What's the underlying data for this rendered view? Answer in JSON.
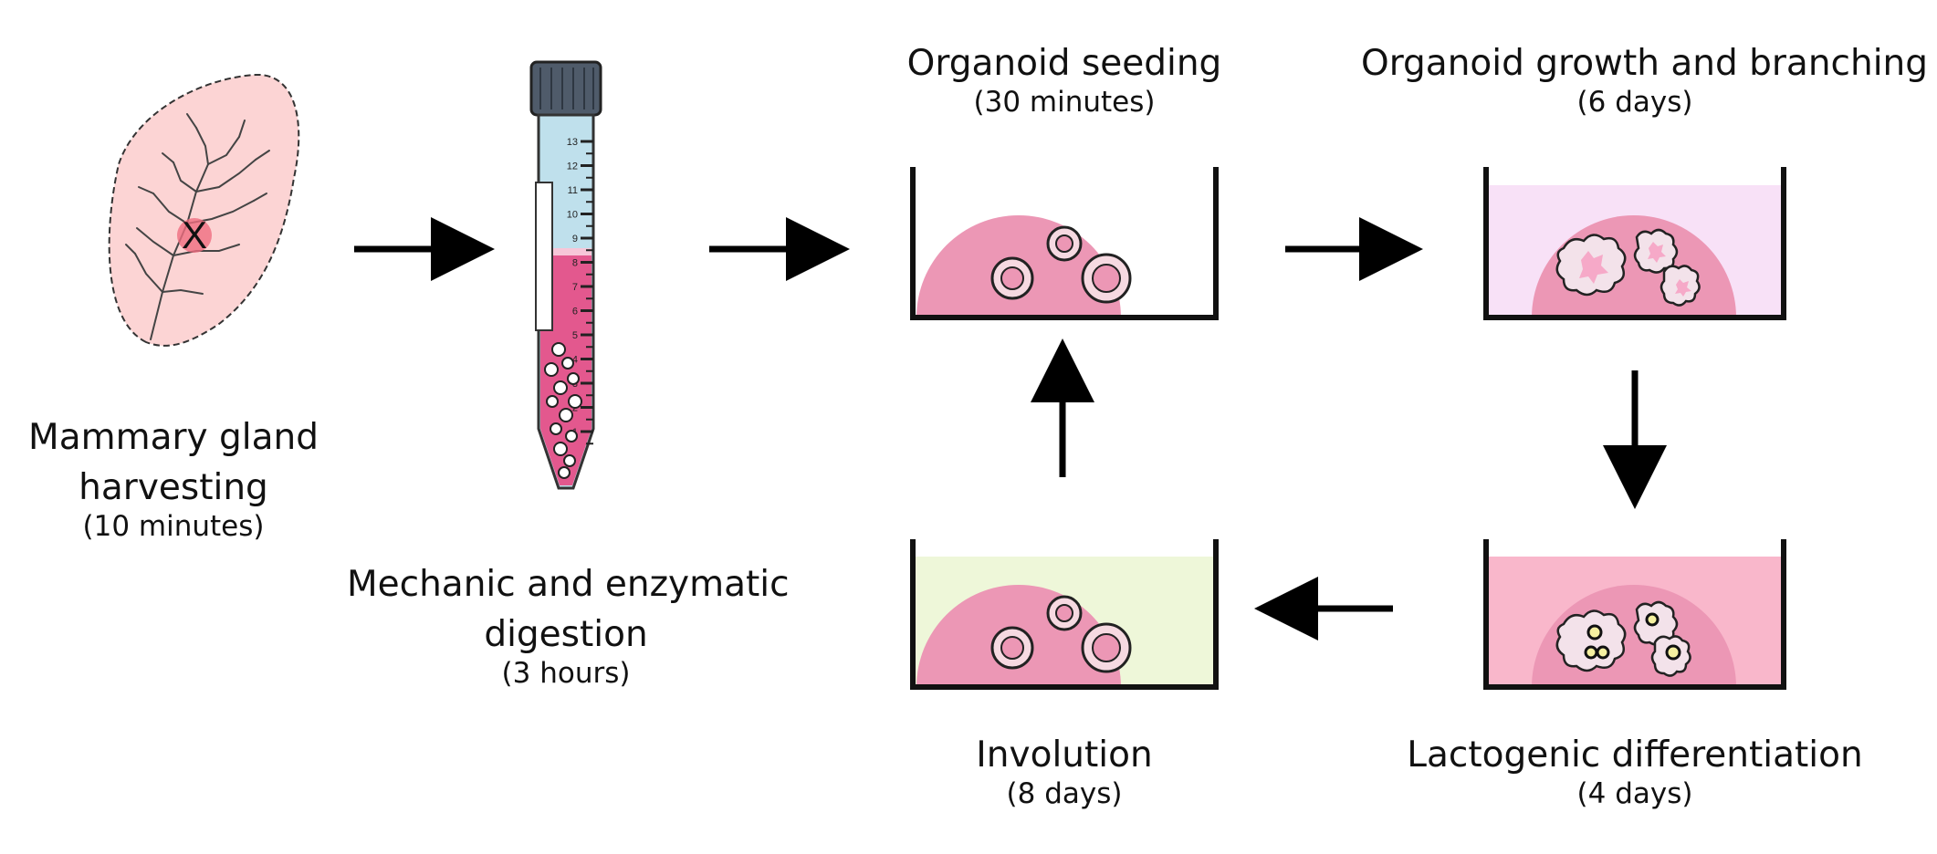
{
  "steps": {
    "harvest": {
      "title_line1": "Mammary gland",
      "title_line2": "harvesting",
      "duration": "(10 minutes)",
      "marker": "X"
    },
    "digestion": {
      "title_line1": "Mechanic and enzymatic",
      "title_line2": "digestion",
      "duration": "(3 hours)",
      "tube_marks": [
        "13",
        "12",
        "11",
        "10",
        "9",
        "8",
        "7",
        "6",
        "5",
        "4",
        "3",
        "2",
        "1"
      ]
    },
    "seeding": {
      "title": "Organoid seeding",
      "duration": "(30 minutes)"
    },
    "growth": {
      "title": "Organoid growth and branching",
      "duration": "(6 days)"
    },
    "lactogenic": {
      "title": "Lactogenic differentiation",
      "duration": "(4 days)"
    },
    "involution": {
      "title": "Involution",
      "duration": "(8 days)"
    }
  },
  "colors": {
    "tissue": "#fcd4d4",
    "gel_dome": "#ec97b5",
    "tube_blue": "#bfe0ec",
    "tube_pink": "#e3588e",
    "growth_medium": "#f8e1f7",
    "lactogenic_medium": "#f9b7cb",
    "involution_medium": "#eef7d9"
  }
}
